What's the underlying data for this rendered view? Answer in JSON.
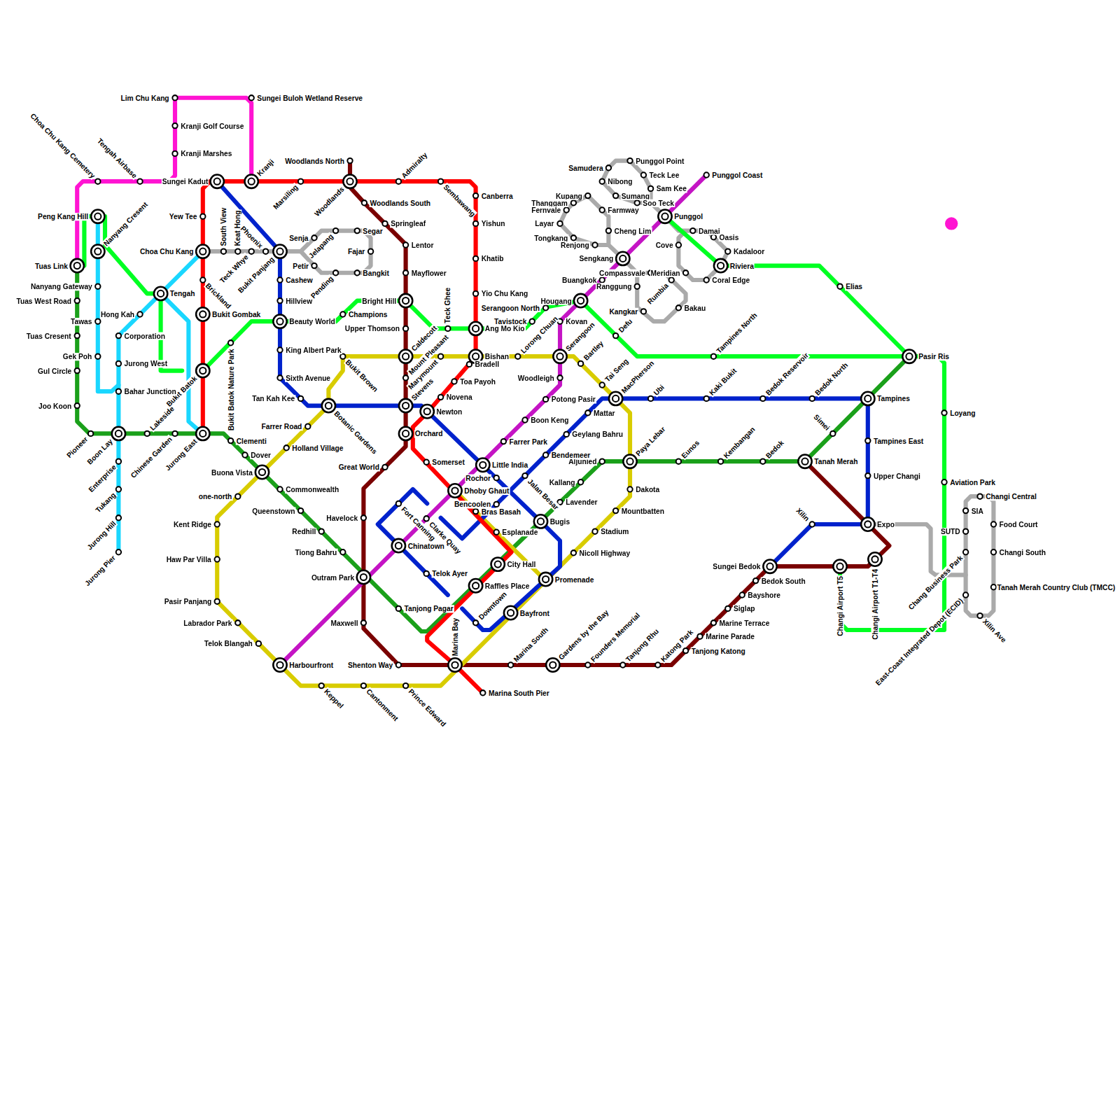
{
  "diagram": {
    "labels": [
      "Choa Chu Kang Cemetery",
      "Tengah Airbase",
      "Sungei Kadut",
      "Lim Chu Kang",
      "Kranji Golf Course",
      "Kranji Marshes",
      "Sungei Buloh Wetland Reserve",
      "Kranji",
      "Tuas Link",
      "Tuas West Road",
      "Tuas Cresent",
      "Gul Circle",
      "Joo Koon",
      "Pioneer",
      "Boon Lay",
      "Lakeside",
      "Chinese Garden",
      "Jurong East",
      "Clementi",
      "Dover",
      "Buona Vista",
      "Commonwealth",
      "Queenstown",
      "Redhill",
      "Tiong Bahru",
      "Outram Park",
      "Tanjong Pagar",
      "Raffles Place",
      "City Hall",
      "Bugis",
      "Lavender",
      "Kallang",
      "Aljunied",
      "Paya Lebar",
      "Eunos",
      "Kembangan",
      "Bedok",
      "Tanah Merah",
      "Simei",
      "Tampines",
      "Pasir Ris",
      "Bukit Batok",
      "Brickland",
      "Bukit Gombak",
      "Choa Chu Kang",
      "Yew Tee",
      "Marsiling",
      "Woodlands",
      "Admiralty",
      "Sembawang",
      "Canberra",
      "Yishun",
      "Khatib",
      "Yio Chu Kang",
      "Ang Mo Kio",
      "Bishan",
      "Bradell",
      "Toa Payoh",
      "Novena",
      "Newton",
      "Orchard",
      "Somerset",
      "Dhoby Ghaut",
      "Marina Bay",
      "Marina South Pier",
      "Woodlands North",
      "Woodlands South",
      "Springleaf",
      "Lentor",
      "Mayflower",
      "Bright Hill",
      "Upper Thomson",
      "Caldecott",
      "Mount Pleasant",
      "Stevens",
      "Great World",
      "Havelock",
      "Maxwell",
      "Shenton Way",
      "Marina South",
      "Gardens by the Bay",
      "Founders Memorial",
      "Tanjong Rhu",
      "Katong Park",
      "Tanjong Katong",
      "Marine Parade",
      "Marine Terrace",
      "Siglap",
      "Bayshore",
      "Bedok South",
      "Sungei Bedok",
      "Changi Airport T5",
      "Changi Airport T1-T4",
      "Bukit Panjang",
      "Cashew",
      "Hillview",
      "Beauty World",
      "King Albert Park",
      "Sixth Avenue",
      "Tan Kah Kee",
      "Botanic Gardens",
      "Little India",
      "Rochor",
      "Promenade",
      "Bayfront",
      "Downtown",
      "Telok Ayer",
      "Chinatown",
      "Fort Canning",
      "Bencoolen",
      "Jalan Besar",
      "Bendemeer",
      "Geylang Bahru",
      "Mattar",
      "MacPherson",
      "Ubi",
      "Kaki Bukit",
      "Bedok North",
      "Bedok Reservoir",
      "Tampines East",
      "Upper Changi",
      "Expo",
      "Xilin",
      "Bras Basah",
      "Esplanade",
      "Nicoll Highway",
      "Stadium",
      "Mountbatten",
      "Dakota",
      "Tai Seng",
      "Bartley",
      "Serangoon",
      "Lorong Chuan",
      "Marymount",
      "Bukit Brown",
      "Farrer Road",
      "Holland Village",
      "one-north",
      "Kent Ridge",
      "Haw Par Villa",
      "Pasir Panjang",
      "Labrador Park",
      "Telok Blangah",
      "Harbourfront",
      "Keppel",
      "Cantonment",
      "Prince Edward",
      "Clarke Quay",
      "Farrer Park",
      "Boon Keng",
      "Potong Pasir",
      "Woodleigh",
      "Kovan",
      "Hougang",
      "Buangkok",
      "Sengkang",
      "Punggol",
      "Punggol Coast",
      "Bukit Batok Nature Park",
      "Champions",
      "Teck Ghee",
      "Tavistock",
      "Serangoon North",
      "Defu",
      "Tampines North",
      "Loyang",
      "Aviation Park",
      "Riviera",
      "Elias",
      "Peng Kang Hill",
      "Nanyang Cresent",
      "Tengah",
      "Nanyang Gateway",
      "Tawas",
      "Gek Poh",
      "Hong Kah",
      "Corporation",
      "Jurong West",
      "Bahar Junction",
      "Enterprise",
      "Tukang",
      "Jurong Hill",
      "Jurong Pier",
      "South View",
      "Keat Hong",
      "Teck Whye",
      "Phoenix",
      "Senja",
      "Jelapang",
      "Segar",
      "Fajar",
      "Bangkit",
      "Pending",
      "Petir",
      "Samudera",
      "Punggol Point",
      "Teck Lee",
      "Nibong",
      "Sam Kee",
      "Sumang",
      "Soo Teck",
      "Kupang",
      "Thanggam",
      "Fernvale",
      "Farmway",
      "Layar",
      "Cheng Lim",
      "Tongkang",
      "Renjong",
      "Compassvale",
      "Ranggung",
      "Rumbia",
      "Kangkar",
      "Bakau",
      "Damai",
      "Cove",
      "Oasis",
      "Kadaloor",
      "Meridian",
      "Coral Edge",
      "Changi Central",
      "SIA",
      "Food Court",
      "SUTD",
      "Changi South",
      "Chang Business Park",
      "Tanah Merah Country Club (TMCC)",
      "East-Coast Integrated Depot (ECID)",
      "Xilin Ave"
    ]
  }
}
